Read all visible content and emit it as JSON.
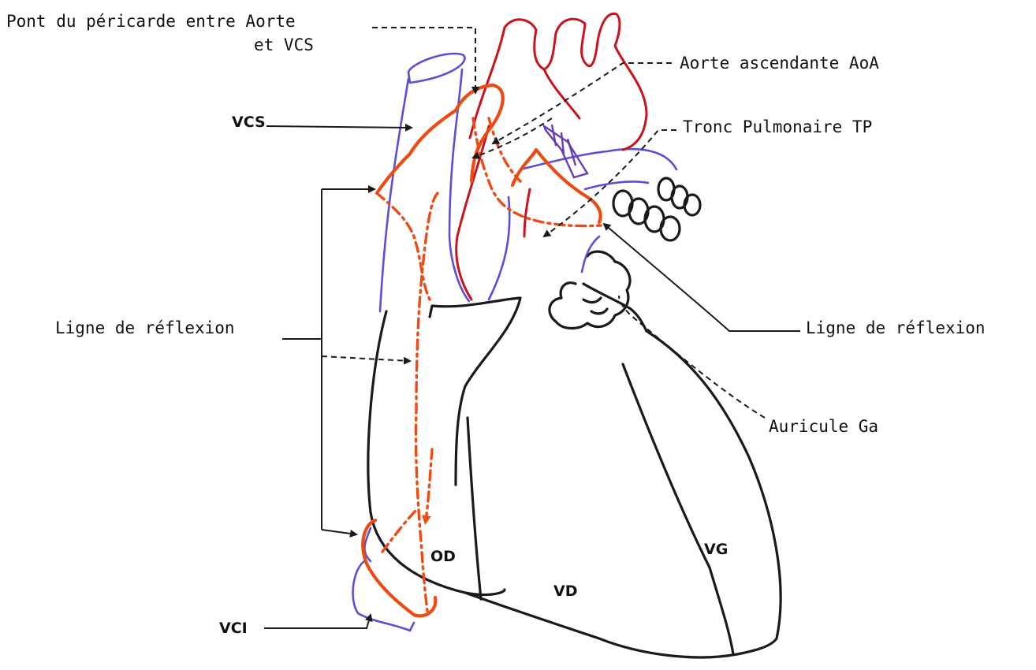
{
  "labels": {
    "pont_line1": "Pont du péricarde entre Aorte",
    "pont_line2": "et VCS",
    "aorte": "Aorte ascendante AoA",
    "tronc": "Tronc Pulmonaire  TP",
    "vcs": "VCS",
    "ligne_left": "Ligne de réflexion",
    "ligne_right": "Ligne de réflexion",
    "auricule": "Auricule Ga",
    "od": "OD",
    "vd": "VD",
    "vg": "VG",
    "vci": "VCI"
  },
  "colors": {
    "outline": "#1a1a1a",
    "veins": "#5a4fd6",
    "aorta": "#c8141c",
    "pericardium": "#ee4a14",
    "ligament": "#6a3bb8"
  }
}
